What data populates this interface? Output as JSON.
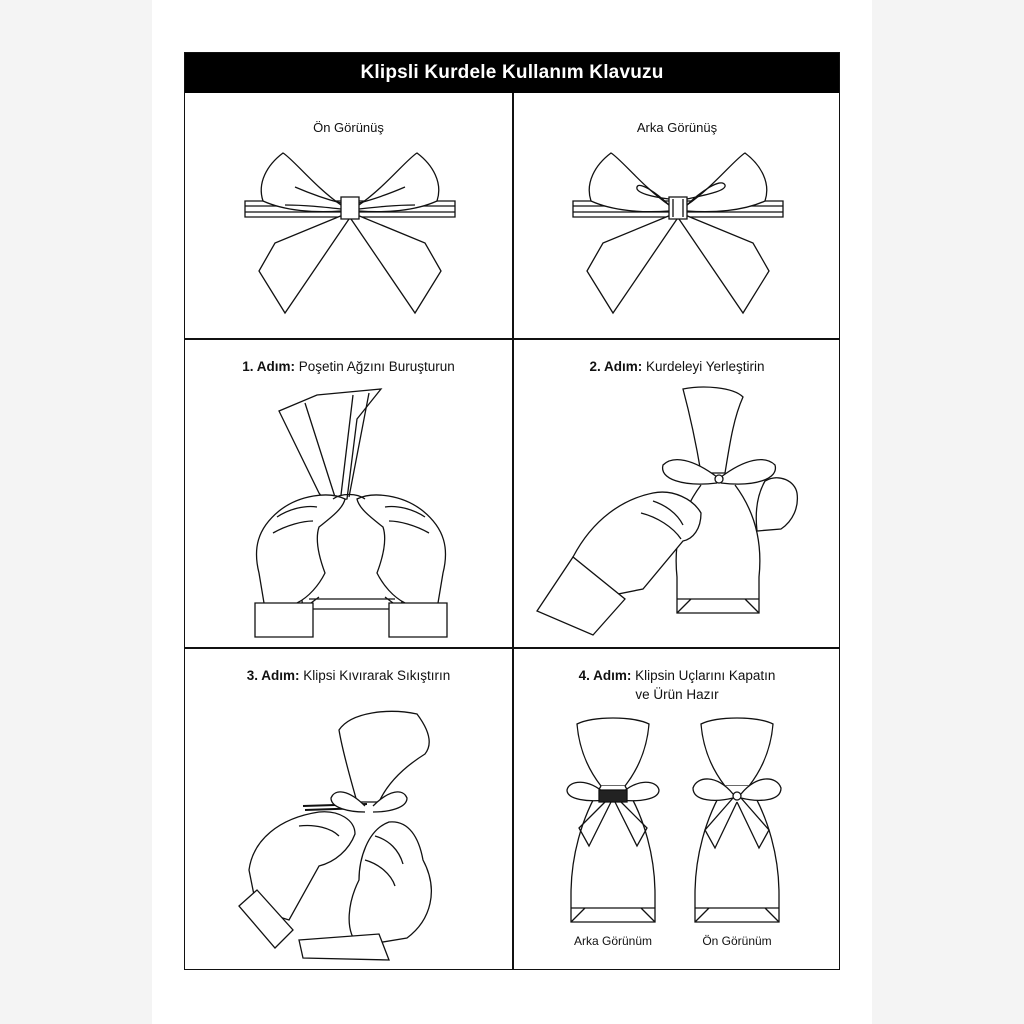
{
  "title": "Klipsli Kurdele Kullanım Klavuzu",
  "views": {
    "front": "Ön Görünüş",
    "back": "Arka Görünüş"
  },
  "steps": [
    {
      "prefix": "1. Adım:",
      "text": "Poşetin Ağzını Buruşturun"
    },
    {
      "prefix": "2. Adım:",
      "text": "Kurdeleyi Yerleştirin"
    },
    {
      "prefix": "3. Adım:",
      "text": "Klipsi Kıvırarak Sıkıştırın"
    },
    {
      "prefix": "4. Adım:",
      "text": "Klipsin Uçlarını Kapatın",
      "text2": "ve Ürün Hazır"
    }
  ],
  "final_views": {
    "back": "Arka Görünüm",
    "front": "Ön Görünüm"
  },
  "colors": {
    "line": "#111111",
    "title_bg": "#000000",
    "title_fg": "#ffffff",
    "background": "#ffffff"
  }
}
